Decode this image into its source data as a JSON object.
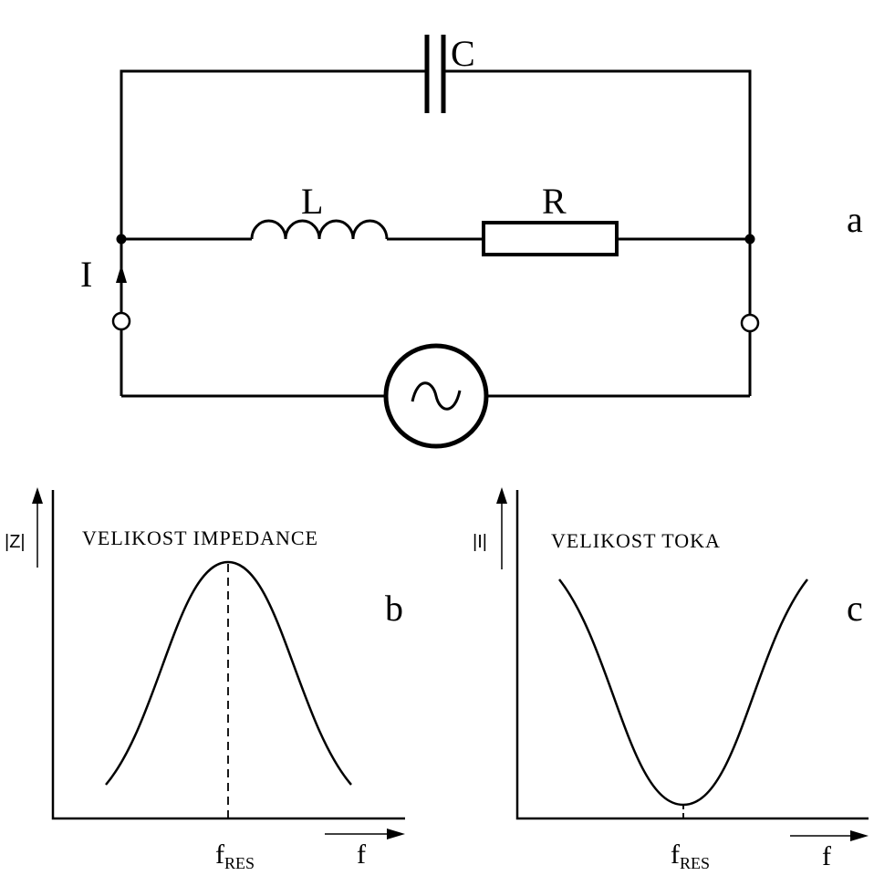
{
  "circuit": {
    "label_c": "C",
    "label_l": "L",
    "label_r": "R",
    "label_i": "I",
    "panel_label": "a"
  },
  "impedance": {
    "y_axis_label": "|Z|",
    "title": "VELIKOST IMPEDANCE",
    "panel_label": "b",
    "x_tick_main": "f",
    "x_tick_sub": "RES",
    "x_axis_label": "f"
  },
  "current": {
    "y_axis_label": "|I|",
    "title": "VELIKOST TOKA",
    "panel_label": "c",
    "x_tick_main": "f",
    "x_tick_sub": "RES",
    "x_axis_label": "f"
  },
  "colors": {
    "ink": "#000000",
    "paper": "#ffffff"
  }
}
